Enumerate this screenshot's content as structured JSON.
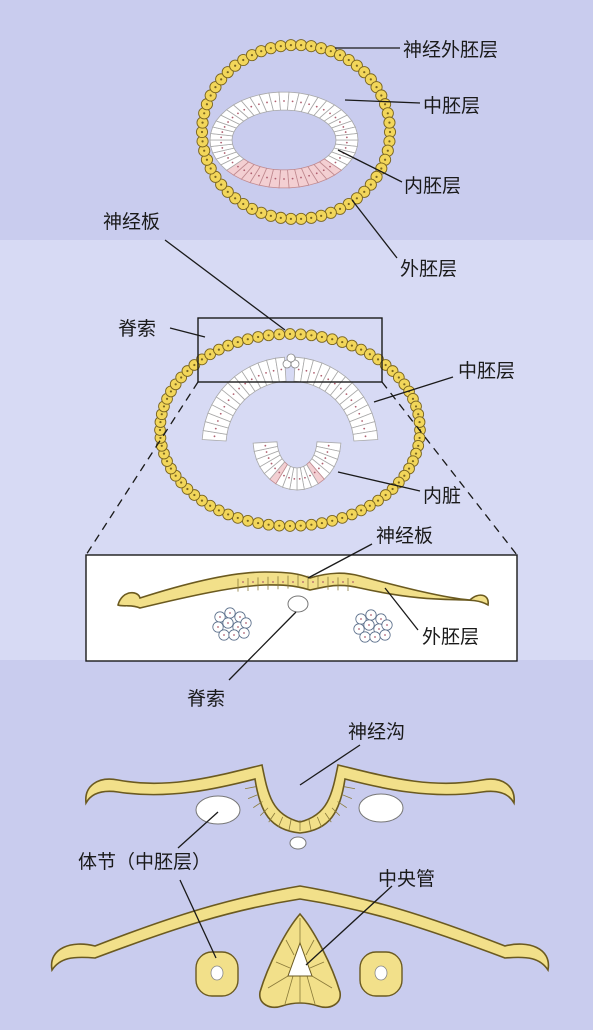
{
  "labels": {
    "top_neural_ectoderm": "神经外胚层",
    "top_mesoderm": "中胚层",
    "top_endoderm": "内胚层",
    "top_ectoderm": "外胚层",
    "mid_neural_plate": "神经板",
    "mid_notochord": "脊索",
    "mid_mesoderm": "中胚层",
    "mid_viscera": "内脏",
    "inset_neural_plate": "神经板",
    "inset_ectoderm": "外胚层",
    "inset_notochord": "脊索",
    "groove": "神经沟",
    "somite": "体节（中胚层）",
    "central_canal": "中央管"
  },
  "colors": {
    "background": "#c9ccee",
    "panel_light": "#d7daf4",
    "ectoderm_yellow": "#f2d65a",
    "endoderm_pink": "#f3cfd2",
    "cell_white": "#ffffff"
  }
}
